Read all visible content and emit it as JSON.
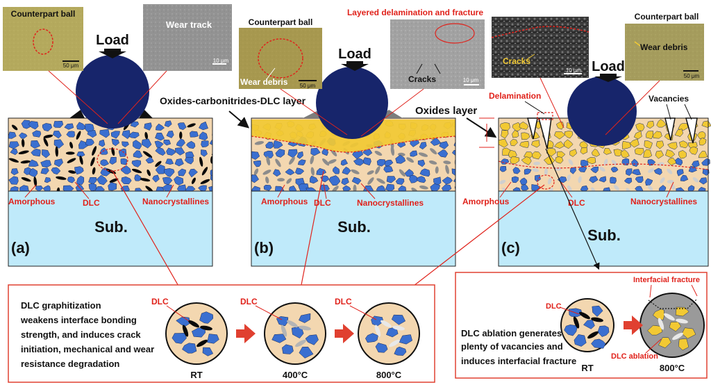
{
  "colors": {
    "substrate": "#bfeafa",
    "coating": "#f3d7b0",
    "grain_blue": "#3a6fd0",
    "grain_black": "#0a0a0a",
    "grain_gray": "#8c8c8c",
    "oxide_yellow": "#f2c933",
    "ball": "#17256b",
    "red_text": "#e0221b",
    "arrow_red": "#e04030"
  },
  "panel_a": {
    "label": "(a)",
    "substrate": "Sub.",
    "load": "Load",
    "photo1_caption": "Counterpart ball",
    "photo1_scale": "50 μm",
    "photo2_caption": "Wear track",
    "photo2_scale": "10 μm",
    "label_amorphous": "Amorphous",
    "label_dlc": "DLC",
    "label_nano": "Nanocrystallines"
  },
  "panel_b": {
    "label": "(b)",
    "substrate": "Sub.",
    "load": "Load",
    "layer_label": "Oxides-carbonitrides-DLC layer",
    "photo1_caption": "Counterpart ball",
    "photo1_inner": "Wear debris",
    "photo1_scale": "50 μm",
    "photo2_caption": "Layered  delamination and fracture",
    "photo2_inner": "Cracks",
    "photo2_scale": "10 μm",
    "label_amorphous": "Amorphous",
    "label_dlc": "DLC",
    "label_nano": "Nanocrystallines"
  },
  "panel_c": {
    "label": "(c)",
    "substrate": "Sub.",
    "load": "Load",
    "layer_label": "Oxides layer",
    "photo1_inner": "Cracks",
    "photo1_scale": "10 μm",
    "photo2_caption": "Counterpart ball",
    "photo2_inner": "Wear debris",
    "photo2_scale": "50 μm",
    "delamination": "Delamination",
    "vacancies": "Vacancies",
    "label_amorphous": "Amorphous",
    "label_dlc": "DLC",
    "label_nano": "Nanocrystallines"
  },
  "bottom_left": {
    "text_lines": [
      "DLC graphitization",
      "weakens interface bonding",
      "strength, and induces crack",
      "initiation, mechanical and wear",
      " resistance degradation"
    ],
    "dlc1": "DLC",
    "dlc2": "DLC",
    "dlc3": "DLC",
    "temp1": "RT",
    "temp2": "400°C",
    "temp3": "800°C"
  },
  "bottom_right": {
    "text_lines": [
      "DLC ablation generates",
      "plenty of vacancies and",
      "induces interfacial fracture"
    ],
    "dlc": "DLC",
    "interfacial_fracture": "Interfacial fracture",
    "dlc_ablation": "DLC ablation",
    "temp1": "RT",
    "temp2": "800°C"
  }
}
